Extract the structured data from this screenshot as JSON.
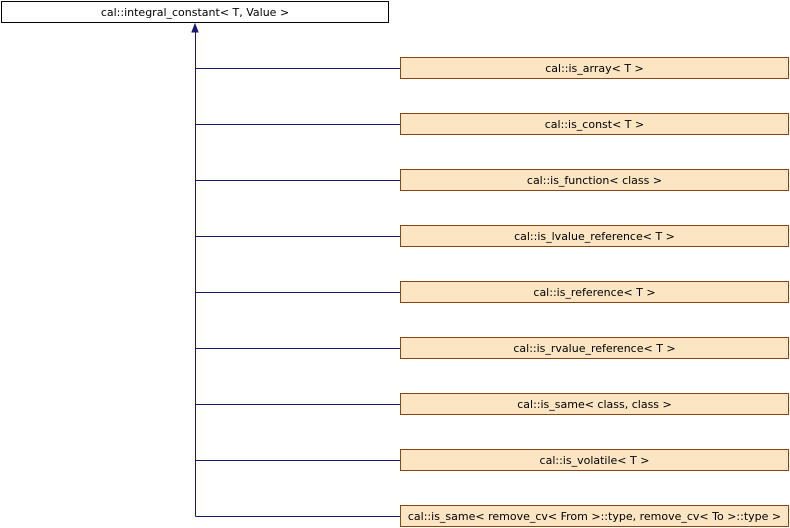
{
  "diagram": {
    "type": "inheritance",
    "colors": {
      "base_fill": "#ffffff",
      "base_border": "#000000",
      "derived_fill": "#fbe5c3",
      "derived_border": "#8b4513",
      "edge": "#191970"
    },
    "base": {
      "label": "cal::integral_constant< T, Value >"
    },
    "derived": [
      {
        "label": "cal::is_array< T >"
      },
      {
        "label": "cal::is_const< T >"
      },
      {
        "label": "cal::is_function< class >"
      },
      {
        "label": "cal::is_lvalue_reference< T >"
      },
      {
        "label": "cal::is_reference< T >"
      },
      {
        "label": "cal::is_rvalue_reference< T >"
      },
      {
        "label": "cal::is_same< class, class >"
      },
      {
        "label": "cal::is_volatile< T >"
      },
      {
        "label": "cal::is_same< remove_cv< From >::type, remove_cv< To >::type >"
      }
    ]
  }
}
